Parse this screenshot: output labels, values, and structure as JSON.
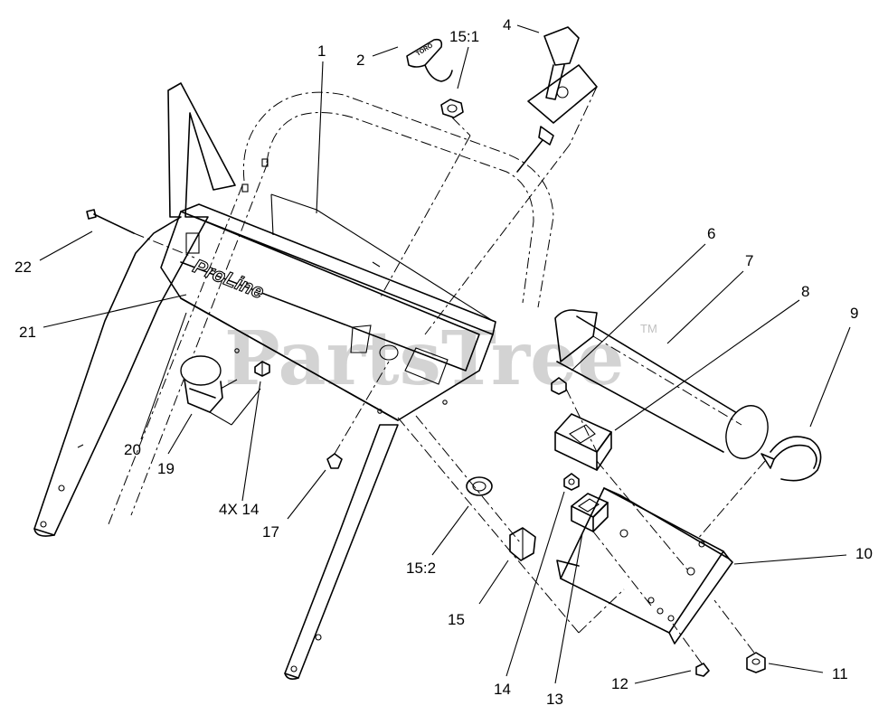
{
  "watermark": {
    "text": "PartsTree",
    "trademark": "TM"
  },
  "panel_text": "ProLine",
  "key_text": "TORO",
  "callouts": [
    {
      "id": "c1",
      "label": "1"
    },
    {
      "id": "c2",
      "label": "2"
    },
    {
      "id": "c151",
      "label": "15:1"
    },
    {
      "id": "c4",
      "label": "4"
    },
    {
      "id": "c6",
      "label": "6"
    },
    {
      "id": "c7",
      "label": "7"
    },
    {
      "id": "c8",
      "label": "8"
    },
    {
      "id": "c9",
      "label": "9"
    },
    {
      "id": "c22",
      "label": "22"
    },
    {
      "id": "c21",
      "label": "21"
    },
    {
      "id": "c20",
      "label": "20"
    },
    {
      "id": "c19",
      "label": "19"
    },
    {
      "id": "c14a",
      "label": "4X 14"
    },
    {
      "id": "c17",
      "label": "17"
    },
    {
      "id": "c152",
      "label": "15:2"
    },
    {
      "id": "c15",
      "label": "15"
    },
    {
      "id": "c14",
      "label": "14"
    },
    {
      "id": "c13",
      "label": "13"
    },
    {
      "id": "c12",
      "label": "12"
    },
    {
      "id": "c11",
      "label": "11"
    },
    {
      "id": "c10",
      "label": "10"
    }
  ]
}
